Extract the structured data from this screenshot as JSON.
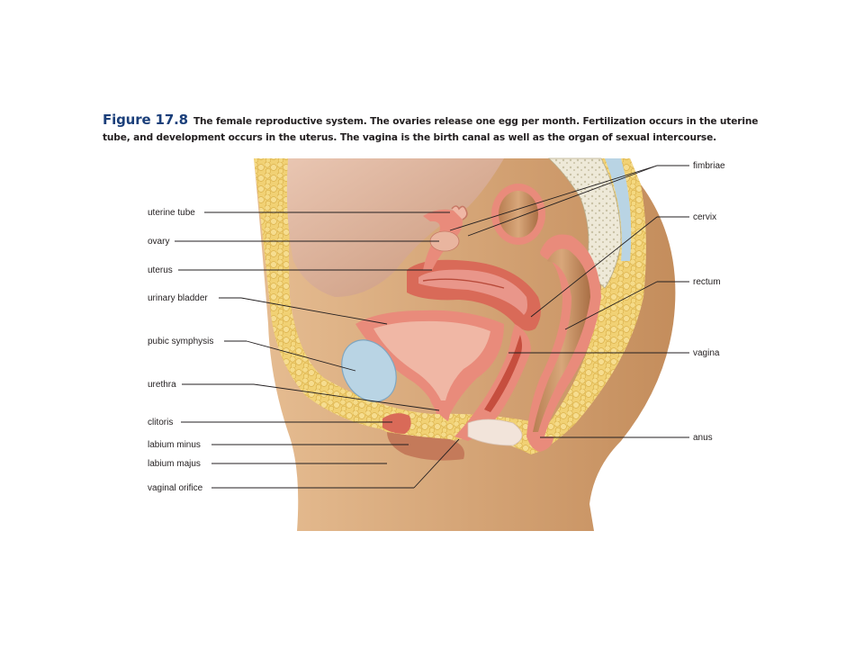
{
  "caption": {
    "figure_label": "Figure 17.8",
    "text": "The female reproductive system. The ovaries release one egg per month. Fertilization occurs in the uterine tube, and development occurs in the uterus. The vagina is the birth canal as well as the organ of sexual intercourse."
  },
  "labels": {
    "left": [
      "uterine tube",
      "ovary",
      "uterus",
      "urinary bladder",
      "pubic symphysis",
      "urethra",
      "clitoris",
      "labium minus",
      "labium majus",
      "vaginal orifice"
    ],
    "right": [
      "fimbriae",
      "cervix",
      "rectum",
      "vagina",
      "anus"
    ]
  },
  "colors": {
    "skin": "#d3a06e",
    "fat": "#f1d174",
    "tissue_pink": "#e9968a",
    "muscle": "#d96a58",
    "bone": "#b9d4e4",
    "caption_blue": "#1b3f7a"
  }
}
